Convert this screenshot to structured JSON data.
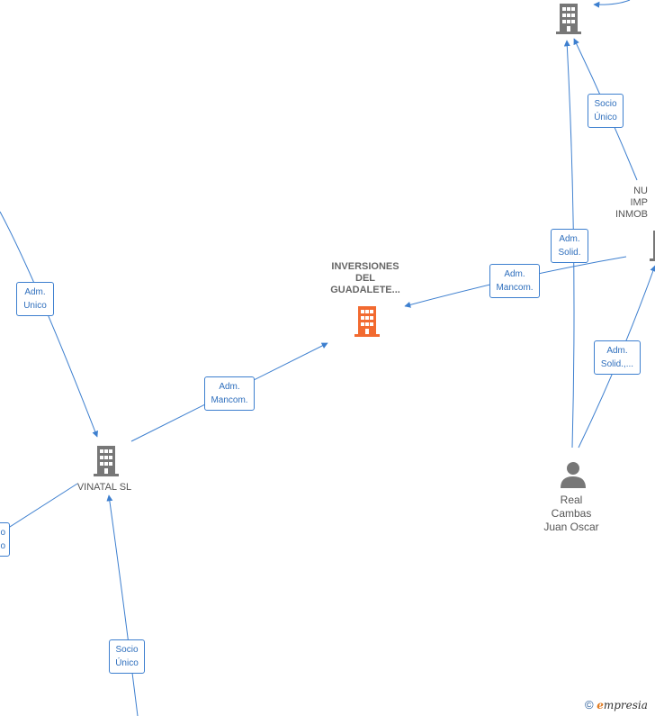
{
  "nodes": {
    "center": {
      "lines": [
        "INVERSIONES",
        "DEL",
        "GUADALETE..."
      ],
      "color": "#f26a30"
    },
    "vinatal": {
      "label": "VINATAL SL",
      "color": "#777777"
    },
    "top_company": {
      "color": "#777777"
    },
    "right_company": {
      "lines": [
        "NU",
        "IMP",
        "INMOB"
      ],
      "color": "#777777"
    },
    "person": {
      "lines": [
        "Real",
        "Cambas",
        "Juan Oscar"
      ],
      "color": "#777777"
    }
  },
  "edge_labels": {
    "adm_unico": [
      "Adm.",
      "Unico"
    ],
    "adm_mancom_left": [
      "Adm.",
      "Mancom."
    ],
    "adm_mancom_right": [
      "Adm.",
      "Mancom."
    ],
    "adm_solid_top": [
      "Adm.",
      "Solid."
    ],
    "adm_solid_bottom": [
      "Adm.",
      "Solid.,..."
    ],
    "socio_unico_top": [
      "Socio",
      "Único"
    ],
    "socio_unico_bottom": [
      "Socio",
      "Único"
    ],
    "partial_left": [
      "o",
      "o"
    ]
  },
  "colors": {
    "edge": "#3d7fcf",
    "accent": "#f26a30",
    "node": "#777777"
  },
  "copyright": {
    "symbol": "©",
    "brand_initial": "e",
    "brand_rest": "mpresia"
  }
}
